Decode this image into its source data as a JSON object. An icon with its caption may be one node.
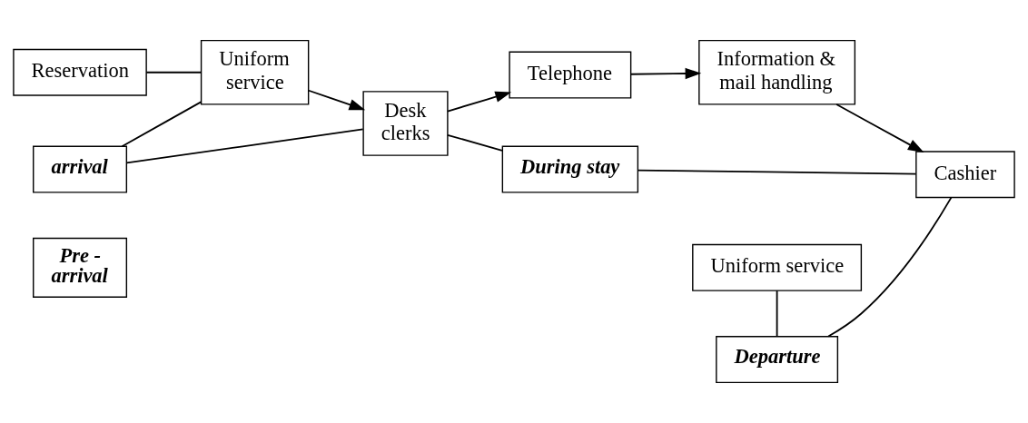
{
  "diagram": {
    "nodes": [
      {
        "text": [
          "Pre - arrival"
        ]
      },
      {
        "text": [
          "Reservation"
        ]
      },
      {
        "text": [
          "Uniform service"
        ]
      },
      {
        "text": [
          "Departure"
        ]
      },
      {
        "text": [
          "Uniform service"
        ]
      },
      {
        "text": [
          "Desk clerks"
        ]
      },
      {
        "text": [
          "Telephone"
        ]
      },
      {
        "text": [
          "Information & mail handling"
        ]
      },
      {
        "text": [
          "Cashier"
        ]
      },
      {
        "text": [
          "arrival"
        ]
      },
      {
        "text": [
          "During stay"
        ]
      }
    ],
    "edges": [
      {
        "from": 1,
        "to": 4,
        "arrow": "none"
      },
      {
        "from": 2,
        "to": 3,
        "arrow": "none"
      },
      {
        "from": 3,
        "to": 8,
        "arrow": "none"
      },
      {
        "from": 4,
        "to": 5,
        "arrow": "to"
      },
      {
        "from": 5,
        "to": 6,
        "arrow": "to"
      },
      {
        "from": 6,
        "to": 7,
        "arrow": "to"
      },
      {
        "from": 7,
        "to": 8,
        "arrow": "to"
      },
      {
        "from": 4,
        "to": 9,
        "arrow": "none"
      },
      {
        "from": 9,
        "to": 5,
        "arrow": "none"
      },
      {
        "from": 5,
        "to": 10,
        "arrow": "none"
      },
      {
        "from": 10,
        "to": 8,
        "arrow": "none"
      }
    ]
  }
}
